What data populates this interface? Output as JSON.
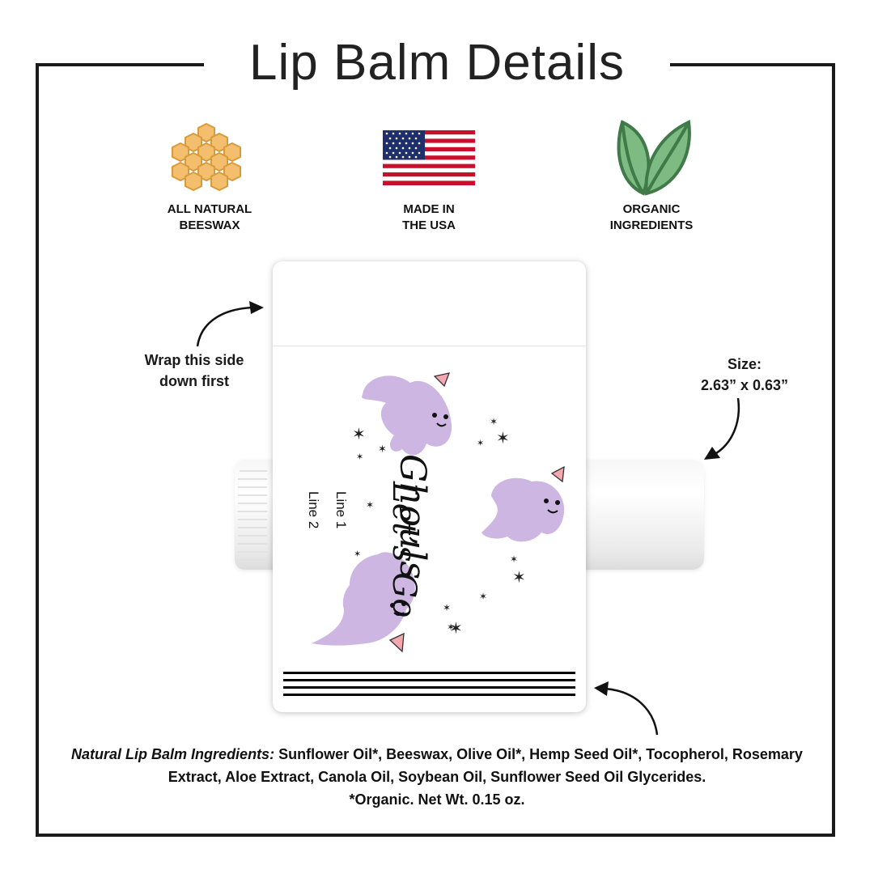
{
  "title": "Lip Balm Details",
  "features": [
    {
      "icon": "honeycomb-icon",
      "label": "ALL NATURAL\nBEESWAX"
    },
    {
      "icon": "usa-flag-icon",
      "label": "MADE IN\nTHE USA"
    },
    {
      "icon": "leaves-icon",
      "label": "ORGANIC\nINGREDIENTS"
    }
  ],
  "annotations": {
    "wrap": "Wrap this side\ndown first",
    "size": "Size:\n2.63” x 0.63”"
  },
  "design": {
    "headline_1": "Let’s Go",
    "headline_2": "Ghouls",
    "line1": "Line 1",
    "line2": "Line 2"
  },
  "ingredients": {
    "heading": "Natural Lip Balm Ingredients:",
    "body": " Sunflower Oil*, Beeswax, Olive Oil*, Hemp Seed Oil*, Tocopherol, Rosemary Extract, Aloe Extract, Canola Oil, Soybean Oil, Sunflower Seed Oil Glycerides.",
    "note": "*Organic. Net Wt. 0.15 oz."
  },
  "colors": {
    "ghost": "#cdb6e2",
    "honey": "#f3bf6e",
    "leaf": "#7dbb82",
    "flag_red": "#c8102e",
    "flag_blue": "#1f2f6b"
  }
}
